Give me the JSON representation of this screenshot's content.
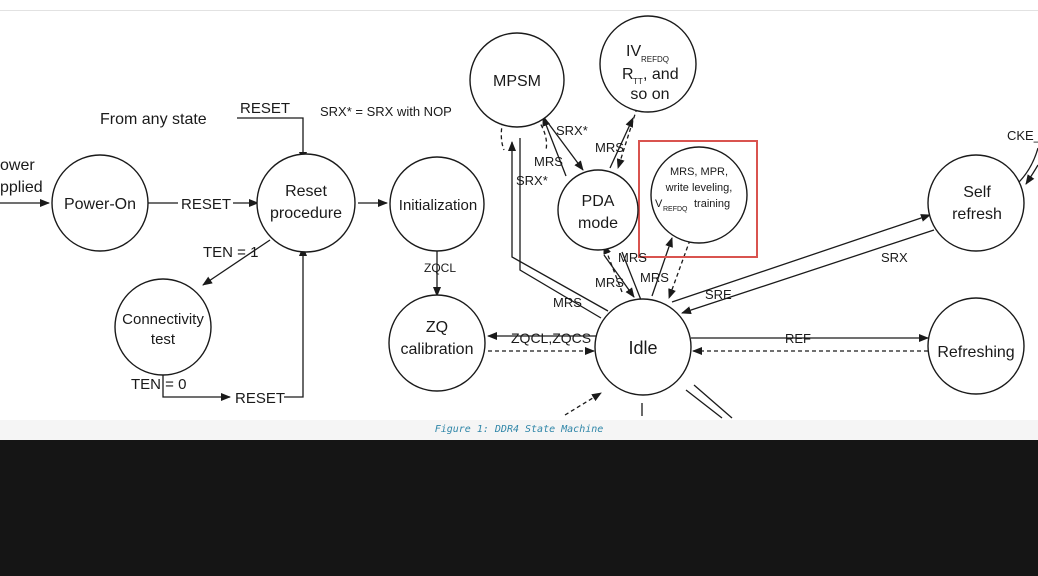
{
  "diagram": {
    "states": {
      "power_applied": [
        "ower",
        "pplied"
      ],
      "power_on": [
        "Power-On"
      ],
      "reset_procedure": [
        "Reset",
        "procedure"
      ],
      "connectivity_test": [
        "Connectivity",
        "test"
      ],
      "initialization": [
        "Initialization"
      ],
      "zq_calibration": [
        "ZQ",
        "calibration"
      ],
      "mpsm": [
        "MPSM"
      ],
      "iv_refdq": [
        "IV",
        "REFDQ",
        "R",
        "TT",
        ", and",
        "so on"
      ],
      "pda_mode": [
        "PDA",
        "mode"
      ],
      "mrs_mpr": [
        "MRS, MPR,",
        "write leveling,",
        "V",
        "REFDQ",
        " training"
      ],
      "idle": [
        "Idle"
      ],
      "self_refresh": [
        "Self",
        "refresh"
      ],
      "refreshing": [
        "Refreshing"
      ]
    },
    "labels": {
      "from_any_state": "From any state",
      "reset_top": "RESET",
      "srx_note": "SRX* = SRX with NOP",
      "reset_poweron": "RESET",
      "ten_1": "TEN = 1",
      "ten_0": "TEN = 0",
      "reset_bottom": "RESET",
      "zqcl": "ZQCL",
      "zqcl_zqcs": "ZQCL,ZQCS",
      "srx_star_1": "SRX*",
      "srx_star_2": "SRX*",
      "mrs_1": "MRS",
      "mrs_2": "MRS",
      "mrs_3": "MRS",
      "mrs_4": "MRS",
      "mrs_5": "MRS",
      "mrs_6": "MRS",
      "sre": "SRE",
      "srx": "SRX",
      "ref": "REF",
      "cke": "CKE_"
    },
    "highlight_color": "#d9534f"
  },
  "caption": "Figure 1: DDR4 State Machine"
}
